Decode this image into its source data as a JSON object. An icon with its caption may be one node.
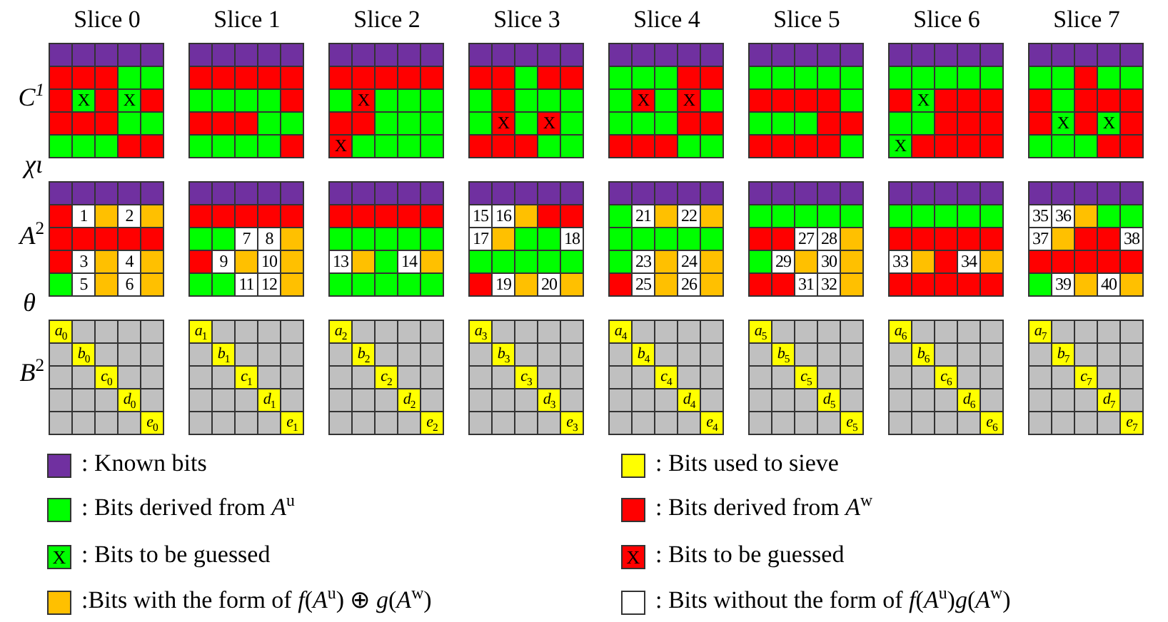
{
  "diagram": {
    "labels": [
      "Slice 0",
      "Slice 1",
      "Slice 2",
      "Slice 3",
      "Slice 4",
      "Slice 5",
      "Slice 6",
      "Slice 7",
      "*C*$^{1}$",
      "X",
      "X",
      "X",
      "X",
      "X",
      "X",
      "X",
      "X",
      "X",
      "X",
      "X",
      "X",
      "χι",
      "*A*$^{2}$",
      "1",
      "2",
      "3",
      "4",
      "5",
      "6",
      "7",
      "8",
      "9",
      "10",
      "11",
      "12",
      "13",
      "14",
      "15",
      "16",
      "17",
      "18",
      "19",
      "20",
      "21",
      "22",
      "23",
      "24",
      "25",
      "26",
      "27",
      "28",
      "29",
      "30",
      "31",
      "32",
      "33",
      "34",
      "35",
      "36",
      "37",
      "38",
      "39",
      "40",
      "θ",
      "*B*$^{2}$",
      "*a*$_{0}$",
      "*b*$_{0}$",
      "*c*$_{0}$",
      "*d*$_{0}$",
      "*e*$_{0}$",
      "*a*$_{1}$",
      "*b*$_{1}$",
      "*c*$_{1}$",
      "*d*$_{1}$",
      "*e*$_{1}$",
      "*a*$_{2}$",
      "*b*$_{2}$",
      "*c*$_{2}$",
      "*d*$_{2}$",
      "*e*$_{2}$",
      "*a*$_{3}$",
      "*b*$_{3}$",
      "*c*$_{3}$",
      "*d*$_{3}$",
      "*e*$_{3}$",
      "*a*$_{4}$",
      "*b*$_{4}$",
      "*c*$_{4}$",
      "*d*$_{4}$",
      "*e*$_{4}$",
      "*a*$_{5}$",
      "*b*$_{5}$",
      "*c*$_{5}$",
      "*d*$_{5}$",
      "*e*$_{5}$",
      "*a*$_{6}$",
      "*b*$_{6}$",
      "*c*$_{6}$",
      "*d*$_{6}$",
      "*e*$_{6}$",
      "*a*$_{7}$",
      "*b*$_{7}$",
      "*c*$_{7}$",
      "*d*$_{7}$",
      "*e*$_{7}$",
      "X",
      "X"
    ],
    "legend": [
      {
        "text": ": Known bits",
        "color": "#7030a0"
      },
      {
        "text": ": Bits derived from *A*$^{u}$",
        "color": "#00ff00"
      },
      {
        "text": ": Bits to be guessed",
        "color": "#00ff00"
      },
      {
        "text": ":Bits with the form of *f*(*A*$^{u}$) ⊕ *g*(*A*$^{w}$)",
        "color": "#ffc000"
      },
      {
        "text": ": Bits used to sieve",
        "color": "#ffff00"
      },
      {
        "text": ": Bits derived from *A*$^{w}$",
        "color": "#ff0000"
      },
      {
        "text": ": Bits to be guessed",
        "color": "#ff0000"
      },
      {
        "text": ": Bits without the form of *f*(*A*$^{u}$)*g*(*A*$^{w}$)",
        "color": "#ffffff"
      }
    ]
  }
}
